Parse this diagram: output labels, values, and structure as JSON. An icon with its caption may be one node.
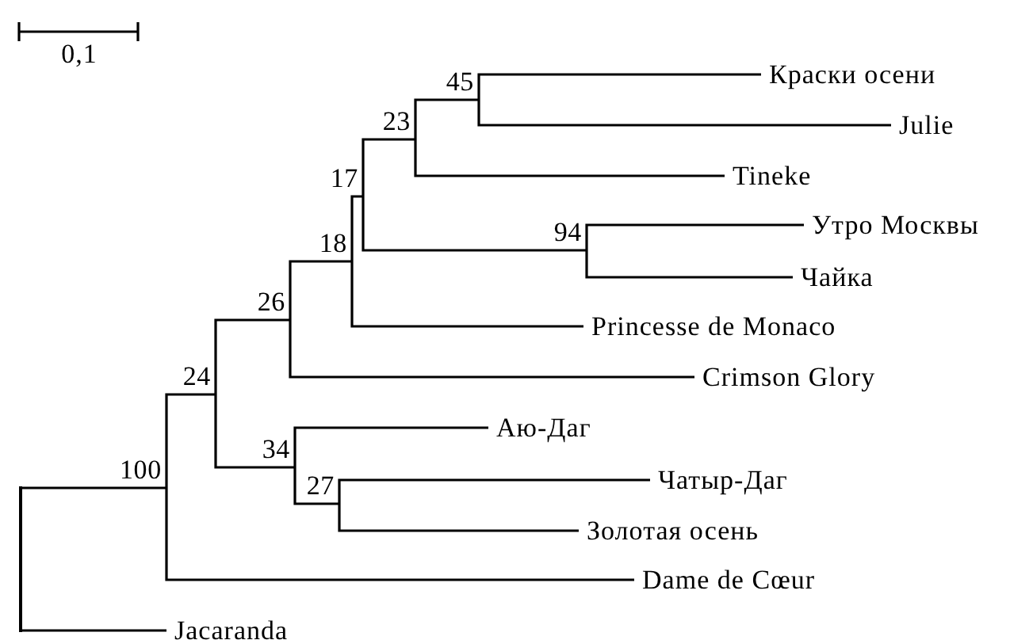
{
  "diagram": {
    "nodes": [
      {
        "text": [
          "45"
        ]
      },
      {
        "text": [
          "Краски осени"
        ]
      },
      {
        "text": [
          "Julie"
        ]
      },
      {
        "text": [
          "23"
        ]
      },
      {
        "text": [
          "Tineke"
        ]
      },
      {
        "text": [
          "17"
        ]
      },
      {
        "text": [
          "94"
        ]
      },
      {
        "text": [
          "Утро Москвы"
        ]
      },
      {
        "text": [
          "Чайка"
        ]
      },
      {
        "text": [
          "18"
        ]
      },
      {
        "text": [
          "Princesse de Monaco"
        ]
      },
      {
        "text": [
          "26"
        ]
      },
      {
        "text": [
          "Crimson Glory"
        ]
      },
      {
        "text": [
          "24"
        ]
      },
      {
        "text": [
          "Аю-Даг"
        ]
      },
      {
        "text": [
          "34"
        ]
      },
      {
        "text": [
          "27"
        ]
      },
      {
        "text": [
          "Чатыр-Даг"
        ]
      },
      {
        "text": [
          "Золотая осень"
        ]
      },
      {
        "text": [
          "100"
        ]
      },
      {
        "text": [
          "Dame de Cœur"
        ]
      },
      {
        "text": [],
        "shape": "bar"
      },
      {
        "text": [
          "Jacaranda"
        ]
      }
    ],
    "edges": [
      {
        "from": 0,
        "to": 1,
        "arrow": "none"
      },
      {
        "from": 0,
        "to": 2,
        "arrow": "none"
      },
      {
        "from": 3,
        "to": 0,
        "arrow": "none"
      },
      {
        "from": 3,
        "to": 4,
        "arrow": "none"
      },
      {
        "from": 5,
        "to": 3,
        "arrow": "none"
      },
      {
        "from": 5,
        "to": 6,
        "arrow": "none"
      },
      {
        "from": 6,
        "to": 7,
        "arrow": "none"
      },
      {
        "from": 6,
        "to": 8,
        "arrow": "none"
      },
      {
        "from": 9,
        "to": 5,
        "arrow": "none"
      },
      {
        "from": 9,
        "to": 10,
        "arrow": "none"
      },
      {
        "from": 11,
        "to": 9,
        "arrow": "none"
      },
      {
        "from": 11,
        "to": 12,
        "arrow": "none"
      },
      {
        "from": 13,
        "to": 11,
        "arrow": "none"
      },
      {
        "from": 13,
        "to": 15,
        "arrow": "none"
      },
      {
        "from": 15,
        "to": 14,
        "arrow": "none"
      },
      {
        "from": 15,
        "to": 16,
        "arrow": "none"
      },
      {
        "from": 16,
        "to": 17,
        "arrow": "none"
      },
      {
        "from": 16,
        "to": 18,
        "arrow": "none"
      },
      {
        "from": 19,
        "to": 13,
        "arrow": "none"
      },
      {
        "from": 19,
        "to": 20,
        "arrow": "none"
      },
      {
        "from": 21,
        "to": 19,
        "arrow": "none"
      },
      {
        "from": 21,
        "to": 22,
        "arrow": "none"
      }
    ],
    "labels": [
      "0,1"
    ]
  }
}
